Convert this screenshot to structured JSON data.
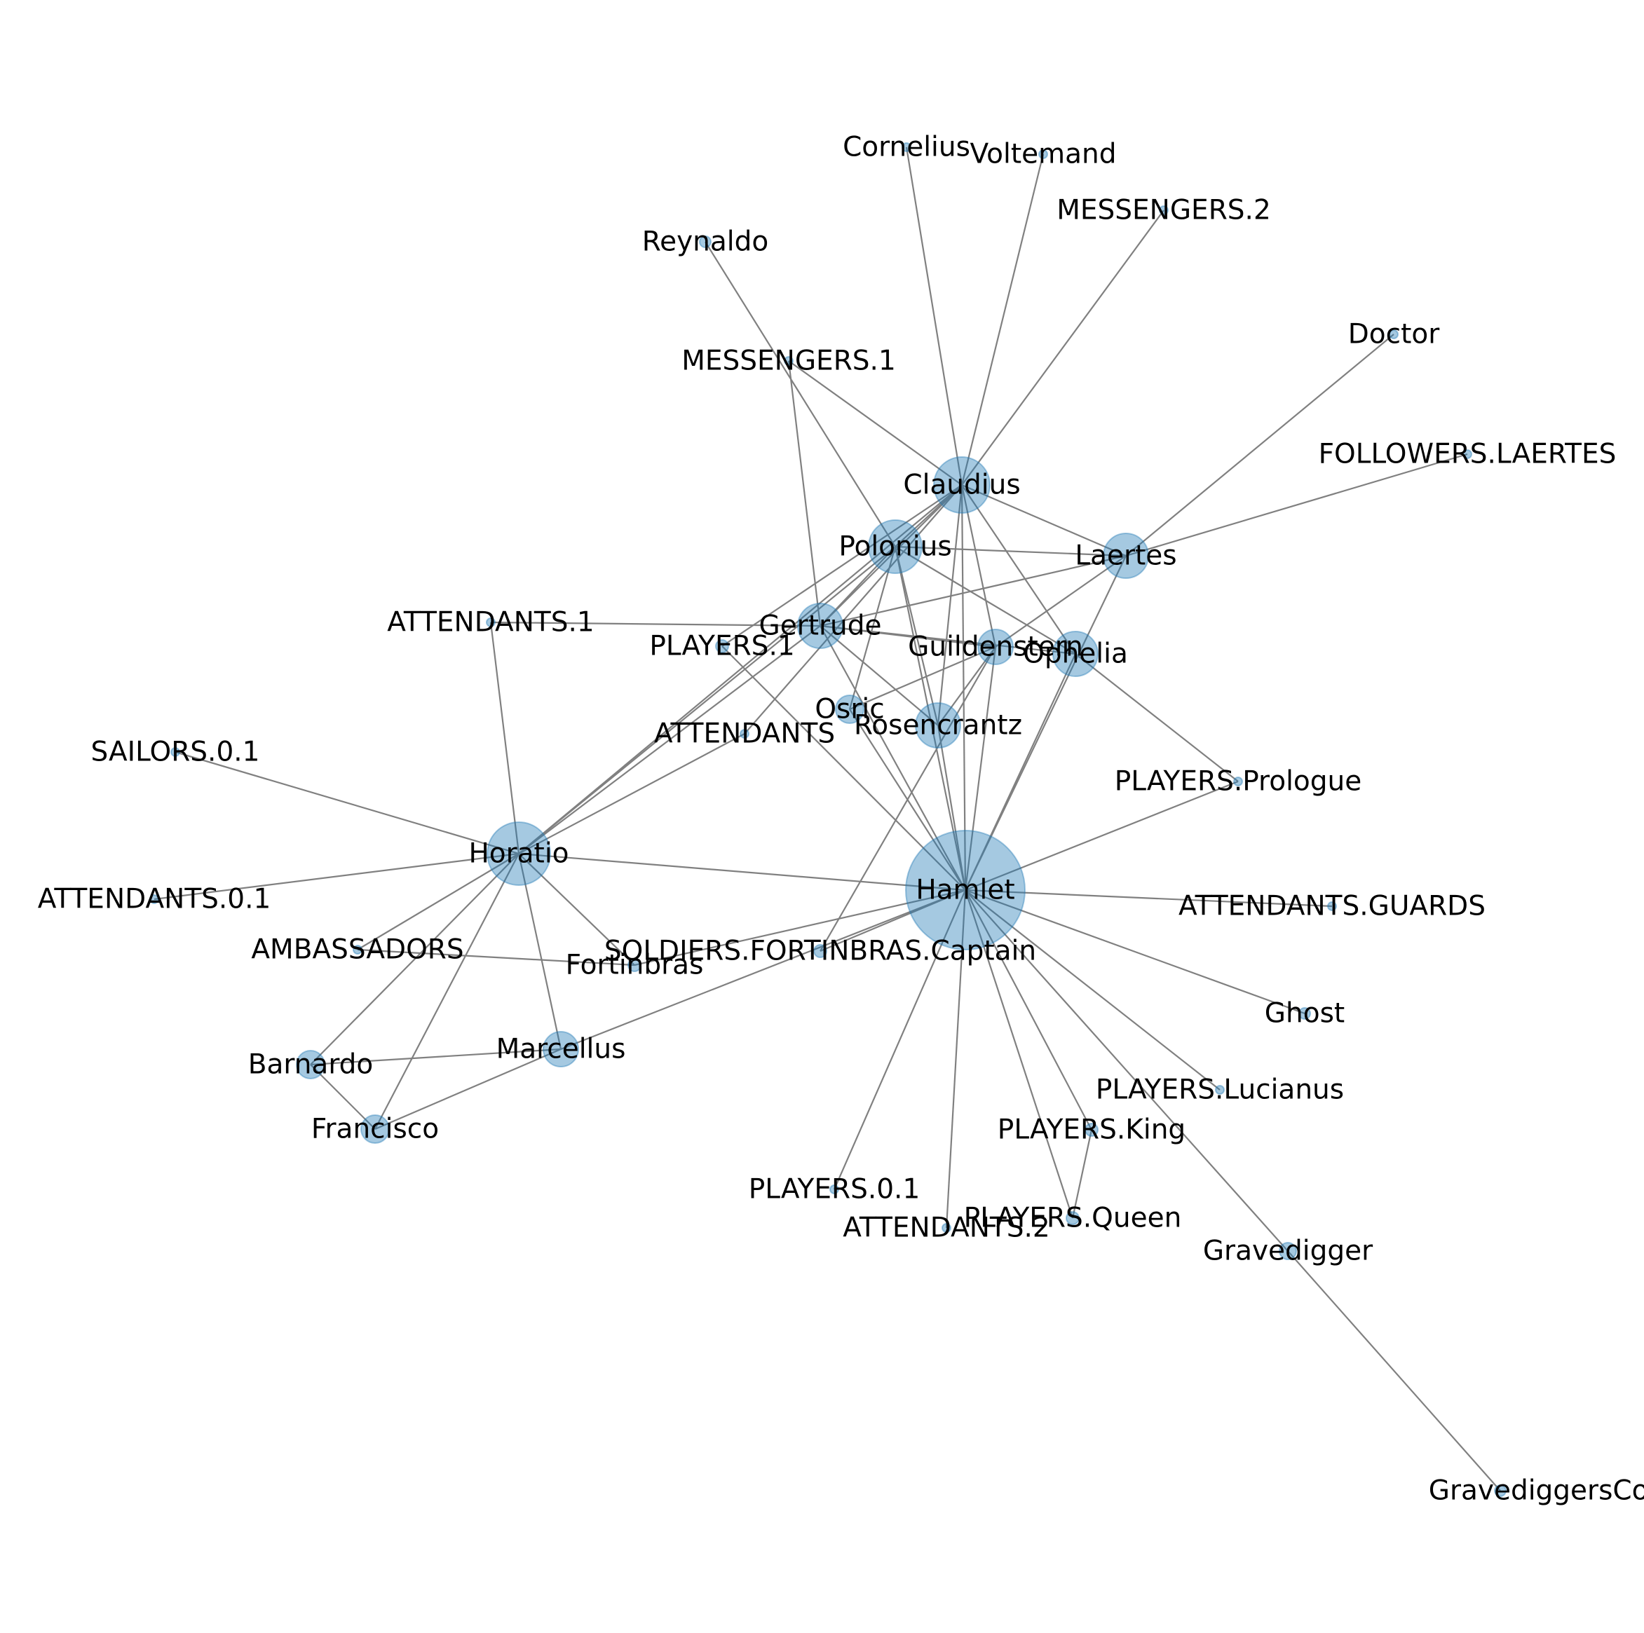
{
  "graph": {
    "colors": {
      "node": "#1f77b4",
      "edge": "#808080",
      "label": "#000000"
    },
    "node_opacity": 0.4,
    "nodes": [
      {
        "id": "Hamlet",
        "label": "Hamlet",
        "degree": 29
      },
      {
        "id": "Horatio",
        "label": "Horatio",
        "degree": 13
      },
      {
        "id": "Claudius",
        "label": "Claudius",
        "degree": 11
      },
      {
        "id": "Polonius",
        "label": "Polonius",
        "degree": 8
      },
      {
        "id": "Gertrude",
        "label": "Gertrude",
        "degree": 7
      },
      {
        "id": "Laertes",
        "label": "Laertes",
        "degree": 7
      },
      {
        "id": "Ophelia",
        "label": "Ophelia",
        "degree": 6
      },
      {
        "id": "Rosencrantz",
        "label": "Rosencrantz",
        "degree": 6
      },
      {
        "id": "Guildenstern",
        "label": "Guildenstern",
        "degree": 4
      },
      {
        "id": "Osric",
        "label": "Osric",
        "degree": 3
      },
      {
        "id": "Marcellus",
        "label": "Marcellus",
        "degree": 4
      },
      {
        "id": "Barnardo",
        "label": "Barnardo",
        "degree": 3
      },
      {
        "id": "Gravedigger",
        "label": "Gravedigger",
        "degree": 2
      },
      {
        "id": "GravediggersCompanion",
        "label": "GravediggersCompanion",
        "degree": 1
      },
      {
        "id": "Ghost",
        "label": "Ghost",
        "degree": 1
      },
      {
        "id": "Reynaldo",
        "label": "Reynaldo",
        "degree": 1
      },
      {
        "id": "Francisco",
        "label": "Francisco",
        "degree": 3
      },
      {
        "id": "Fortinbras",
        "label": "Fortinbras",
        "degree": 2
      },
      {
        "id": "Cornelius",
        "label": "Cornelius",
        "degree": 1
      },
      {
        "id": "Voltemand",
        "label": "Voltemand",
        "degree": 1
      },
      {
        "id": "Doctor",
        "label": "Doctor",
        "degree": 1
      },
      {
        "id": "MESSENGERS.1",
        "label": "MESSENGERS.1",
        "degree": 3
      },
      {
        "id": "MESSENGERS.2",
        "label": "MESSENGERS.2",
        "degree": 1
      },
      {
        "id": "FOLLOWERS.LAERTES",
        "label": "FOLLOWERS.LAERTES",
        "degree": 1
      },
      {
        "id": "ATTENDANTS.1",
        "label": "ATTENDANTS.1",
        "degree": 2
      },
      {
        "id": "PLAYERS.1",
        "label": "PLAYERS.1",
        "degree": 2
      },
      {
        "id": "ATTENDANTS",
        "label": "ATTENDANTS",
        "degree": 2
      },
      {
        "id": "PLAYERS.Prologue",
        "label": "PLAYERS.Prologue",
        "degree": 2
      },
      {
        "id": "SAILORS.0.1",
        "label": "SAILORS.0.1",
        "degree": 1
      },
      {
        "id": "ATTENDANTS.0.1",
        "label": "ATTENDANTS.0.1",
        "degree": 1
      },
      {
        "id": "AMBASSADORS",
        "label": "AMBASSADORS",
        "degree": 1
      },
      {
        "id": "SOLDIERS.FORTINBRAS.Captain",
        "label": "SOLDIERS.FORTINBRAS.Captain",
        "degree": 2
      },
      {
        "id": "ATTENDANTS.GUARDS",
        "label": "ATTENDANTS.GUARDS",
        "degree": 1
      },
      {
        "id": "PLAYERS.Lucianus",
        "label": "PLAYERS.Lucianus",
        "degree": 1
      },
      {
        "id": "PLAYERS.King",
        "label": "PLAYERS.King",
        "degree": 2
      },
      {
        "id": "PLAYERS.Queen",
        "label": "PLAYERS.Queen",
        "degree": 2
      },
      {
        "id": "PLAYERS.0.1",
        "label": "PLAYERS.0.1",
        "degree": 1
      },
      {
        "id": "ATTENDANTS.2",
        "label": "ATTENDANTS.2",
        "degree": 1
      }
    ],
    "edges": [
      [
        "Hamlet",
        "Horatio"
      ],
      [
        "Hamlet",
        "Claudius"
      ],
      [
        "Hamlet",
        "Polonius"
      ],
      [
        "Hamlet",
        "Gertrude"
      ],
      [
        "Hamlet",
        "Laertes"
      ],
      [
        "Hamlet",
        "Ophelia"
      ],
      [
        "Hamlet",
        "Rosencrantz"
      ],
      [
        "Hamlet",
        "Guildenstern"
      ],
      [
        "Hamlet",
        "Osric"
      ],
      [
        "Hamlet",
        "Marcellus"
      ],
      [
        "Hamlet",
        "Ghost"
      ],
      [
        "Hamlet",
        "Gravedigger"
      ],
      [
        "Hamlet",
        "PLAYERS.Prologue"
      ],
      [
        "Hamlet",
        "ATTENDANTS.GUARDS"
      ],
      [
        "Hamlet",
        "PLAYERS.Lucianus"
      ],
      [
        "Hamlet",
        "PLAYERS.King"
      ],
      [
        "Hamlet",
        "PLAYERS.Queen"
      ],
      [
        "Hamlet",
        "PLAYERS.0.1"
      ],
      [
        "Hamlet",
        "ATTENDANTS.2"
      ],
      [
        "Hamlet",
        "SOLDIERS.FORTINBRAS.Captain"
      ],
      [
        "Hamlet",
        "PLAYERS.1"
      ],
      [
        "Hamlet",
        "Fortinbras"
      ],
      [
        "Horatio",
        "Claudius"
      ],
      [
        "Horatio",
        "Polonius"
      ],
      [
        "Horatio",
        "Gertrude"
      ],
      [
        "Horatio",
        "ATTENDANTS"
      ],
      [
        "Horatio",
        "ATTENDANTS.1"
      ],
      [
        "Horatio",
        "SAILORS.0.1"
      ],
      [
        "Horatio",
        "ATTENDANTS.0.1"
      ],
      [
        "Horatio",
        "AMBASSADORS"
      ],
      [
        "Horatio",
        "Barnardo"
      ],
      [
        "Horatio",
        "Francisco"
      ],
      [
        "Horatio",
        "Marcellus"
      ],
      [
        "Horatio",
        "Fortinbras"
      ],
      [
        "Claudius",
        "Polonius"
      ],
      [
        "Claudius",
        "Gertrude"
      ],
      [
        "Claudius",
        "Laertes"
      ],
      [
        "Claudius",
        "Ophelia"
      ],
      [
        "Claudius",
        "Rosencrantz"
      ],
      [
        "Claudius",
        "Guildenstern"
      ],
      [
        "Claudius",
        "Cornelius"
      ],
      [
        "Claudius",
        "Voltemand"
      ],
      [
        "Claudius",
        "MESSENGERS.2"
      ],
      [
        "Claudius",
        "MESSENGERS.1"
      ],
      [
        "Claudius",
        "PLAYERS.1"
      ],
      [
        "Claudius",
        "ATTENDANTS"
      ],
      [
        "Polonius",
        "Laertes"
      ],
      [
        "Polonius",
        "Ophelia"
      ],
      [
        "Polonius",
        "Reynaldo"
      ],
      [
        "Polonius",
        "Gertrude"
      ],
      [
        "Polonius",
        "Rosencrantz"
      ],
      [
        "Polonius",
        "Osric"
      ],
      [
        "Gertrude",
        "Laertes"
      ],
      [
        "Gertrude",
        "Ophelia"
      ],
      [
        "Gertrude",
        "Guildenstern"
      ],
      [
        "Gertrude",
        "Rosencrantz"
      ],
      [
        "Gertrude",
        "MESSENGERS.1"
      ],
      [
        "Gertrude",
        "ATTENDANTS.1"
      ],
      [
        "Laertes",
        "Doctor"
      ],
      [
        "Laertes",
        "FOLLOWERS.LAERTES"
      ],
      [
        "Laertes",
        "Guildenstern"
      ],
      [
        "Ophelia",
        "PLAYERS.Prologue"
      ],
      [
        "Rosencrantz",
        "Guildenstern"
      ],
      [
        "Osric",
        "Guildenstern"
      ],
      [
        "Marcellus",
        "Barnardo"
      ],
      [
        "Marcellus",
        "Francisco"
      ],
      [
        "Barnardo",
        "Francisco"
      ],
      [
        "Gravedigger",
        "GravediggersCompanion"
      ],
      [
        "PLAYERS.King",
        "PLAYERS.Queen"
      ],
      [
        "Fortinbras",
        "AMBASSADORS"
      ],
      [
        "SOLDIERS.FORTINBRAS.Captain",
        "Guildenstern"
      ]
    ]
  }
}
